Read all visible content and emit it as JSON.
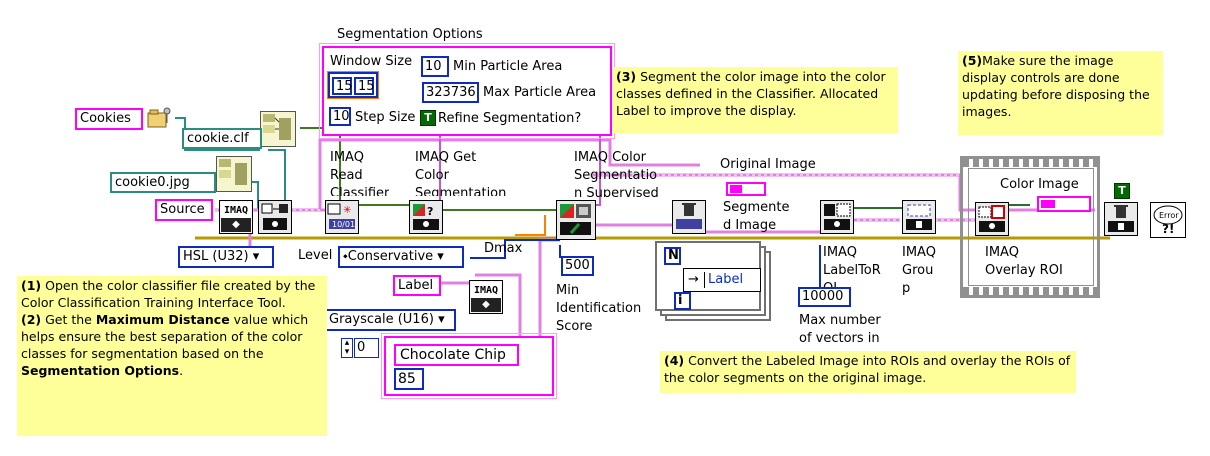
{
  "colors": {
    "string": "#ff00ff",
    "path": "#2a8d80",
    "numeric": "#0d2cbf",
    "boolean": "#006b00",
    "image": "#d070d0",
    "comment": "#ffff99",
    "error": "#c8a000"
  },
  "controls": {
    "cookies": "Cookies",
    "source": "Source",
    "label": "Label",
    "cookie_clf": "cookie.clf",
    "cookie0_jpg": "cookie0.jpg",
    "hsl": "HSL (U32)",
    "conservative": "Conservative",
    "grayscale": "Grayscale (U16)",
    "level": "Level",
    "dmax": "Dmax"
  },
  "segmentation_options": {
    "title": "Segmentation Options",
    "window_size_label": "Window Size",
    "window_size_1": "15",
    "window_size_2": "15",
    "step_size_label": "Step Size",
    "step_size": "10",
    "min_particle_area_value": "10",
    "min_particle_area_label": "Min Particle Area",
    "max_particle_area_value": "323736",
    "max_particle_area_label": "Max Particle Area",
    "refine_label": "Refine Segmentation?",
    "refine_value": "T"
  },
  "nodes": {
    "read_classifier_l1": "IMAQ",
    "read_classifier_l2": "Read",
    "read_classifier_l3": "Classifier",
    "get_color_seg_l1": "IMAQ Get",
    "get_color_seg_l2": "Color",
    "get_color_seg_l3": "Segmentation",
    "color_seg_l1": "IMAQ Color",
    "color_seg_l2": "Segmentatio",
    "color_seg_l3": "n Supervised",
    "labeltoroi_l1": "IMAQ",
    "labeltoroi_l2": "LabelToR",
    "labeltoroi_l3": "OI",
    "group_l1": "IMAQ",
    "group_l2": "Grou",
    "group_l3": "p",
    "overlay_l1": "IMAQ",
    "overlay_l2": "Overlay ROI",
    "imaq_glyph": "IMAQ"
  },
  "wires": {
    "original_image": "Original Image",
    "segmented_image_l1": "Segmente",
    "segmented_image_l2": "d Image",
    "color_image": "Color Image"
  },
  "numerics": {
    "min_id_score": "500",
    "min_id_score_label_l1": "Min",
    "min_id_score_label_l2": "Identification",
    "min_id_score_label_l3": "Score",
    "max_vectors": "10000",
    "max_vectors_label_l1": "Max number",
    "max_vectors_label_l2": "of vectors in",
    "index": "0",
    "chip_count": "85",
    "chocolate_chip": "Chocolate Chip",
    "loop_n": "N",
    "loop_i": "i",
    "bundle_label": "Label"
  },
  "booleans": {
    "true_const": "T"
  },
  "comments": {
    "c1_num": "(1)",
    "c1_text": "Open the color classifier file created by the Color Classification Training Interface Tool.",
    "c2_num": "(2)",
    "c2_text_a": "Get the",
    "c2_bold_a": "Maximum Distance",
    "c2_text_b": "value which helps ensure the best separation of the color classes for segmentation based on the",
    "c2_bold_b": "Segmentation Options",
    "c2_end": ".",
    "c3_num": "(3)",
    "c3_text": "Segment the color image into the color classes defined in the Classifier. Allocated Label to improve the display.",
    "c4_num": "(4)",
    "c4_text": "Convert the Labeled Image into ROIs and overlay the ROIs of the color segments on the original image.",
    "c5_num": "(5)",
    "c5_text": "Make sure the image display controls are done updating before disposing the images."
  },
  "error_glyph": "Error",
  "icons": [
    "folder-icon",
    "imaq-create-icon",
    "imaq-dispose-icon",
    "simple-error-handler-icon",
    "for-loop-icon",
    "bundle-icon"
  ]
}
